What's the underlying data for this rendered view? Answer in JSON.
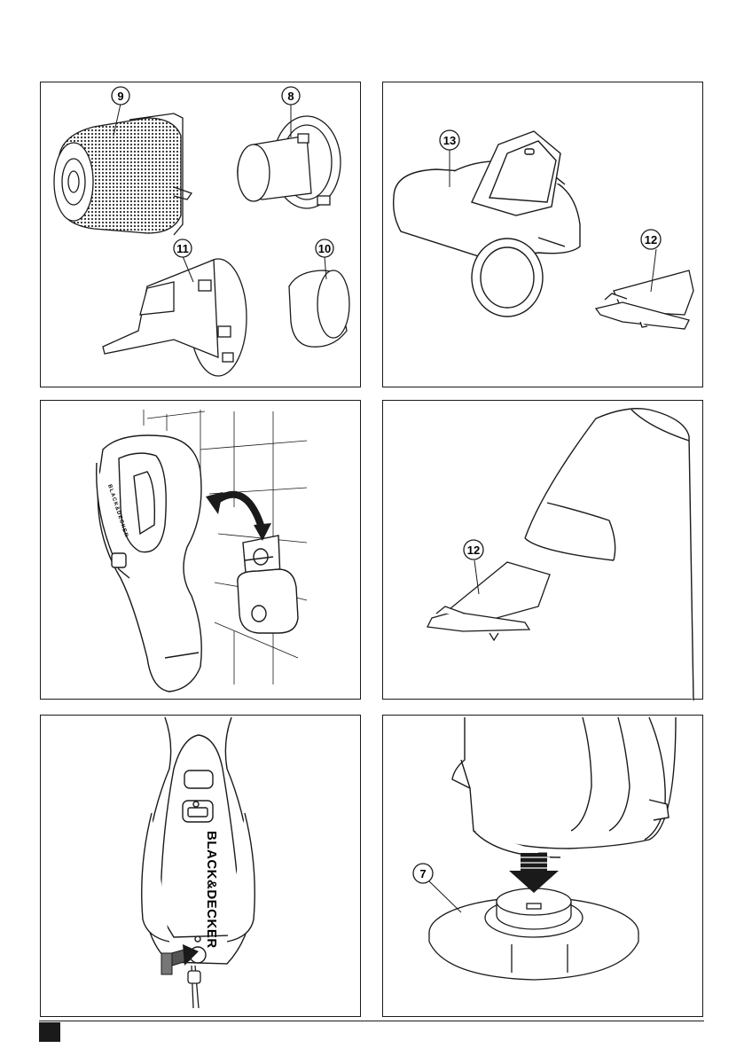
{
  "callouts": {
    "p1_a": "9",
    "p1_b": "8",
    "p1_c": "11",
    "p1_d": "10",
    "p2_a": "13",
    "p2_b": "12",
    "p4_a": "12",
    "p6_a": "7"
  },
  "brand_text": "BLACK&DECKER",
  "handle_text": "BLACK&DECKER",
  "colors": {
    "line": "#1a1a1a",
    "fill": "#ffffff",
    "mesh": "#2a2a2a",
    "footer": "#1a1a1a"
  }
}
